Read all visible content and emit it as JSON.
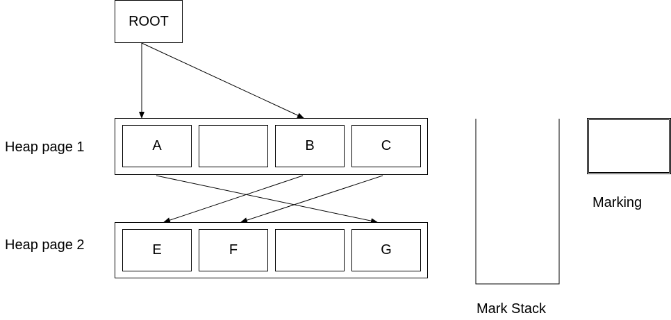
{
  "root": {
    "label": "ROOT"
  },
  "heap_pages": [
    {
      "label": "Heap page 1",
      "cells": [
        "A",
        "",
        "B",
        "C"
      ]
    },
    {
      "label": "Heap page 2",
      "cells": [
        "E",
        "F",
        "",
        "G"
      ]
    }
  ],
  "mark_stack": {
    "label": "Mark Stack"
  },
  "marking": {
    "label": "Marking"
  },
  "edges": [
    {
      "from": "ROOT",
      "to": "A"
    },
    {
      "from": "ROOT",
      "to": "B"
    },
    {
      "from": "A",
      "to": "G"
    },
    {
      "from": "B",
      "to": "E"
    },
    {
      "from": "C",
      "to": "F"
    }
  ]
}
